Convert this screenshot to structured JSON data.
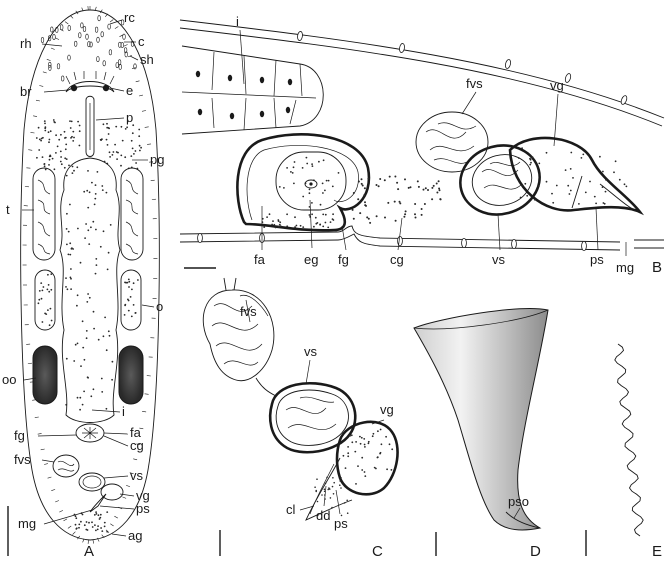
{
  "panels": {
    "A": {
      "letter": "A",
      "labels": {
        "rc": "rc",
        "rh": "rh",
        "c": "c",
        "sh": "sh",
        "br": "br",
        "e": "e",
        "p": "p",
        "pg": "pg",
        "t": "t",
        "o": "o",
        "oo": "oo",
        "i": "i",
        "fg": "fg",
        "fa": "fa",
        "cg": "cg",
        "fvs": "fvs",
        "vs": "vs",
        "vg": "vg",
        "ps": "ps",
        "mg": "mg",
        "ag": "ag"
      }
    },
    "B": {
      "letter": "B",
      "labels": {
        "i": "i",
        "fvs": "fvs",
        "vg": "vg",
        "fa": "fa",
        "eg": "eg",
        "fg": "fg",
        "cg": "cg",
        "vs": "vs",
        "ps": "ps",
        "mg": "mg"
      }
    },
    "C": {
      "letter": "C",
      "labels": {
        "fvs": "fvs",
        "vs": "vs",
        "vg": "vg",
        "cl": "cl",
        "dd": "dd",
        "ps": "ps"
      }
    },
    "D": {
      "letter": "D",
      "labels": {
        "pso": "pso"
      }
    },
    "E": {
      "letter": "E"
    }
  },
  "colors": {
    "ink": "#1a1a1a",
    "background": "#ffffff",
    "stipple": "#2a2a2a"
  }
}
